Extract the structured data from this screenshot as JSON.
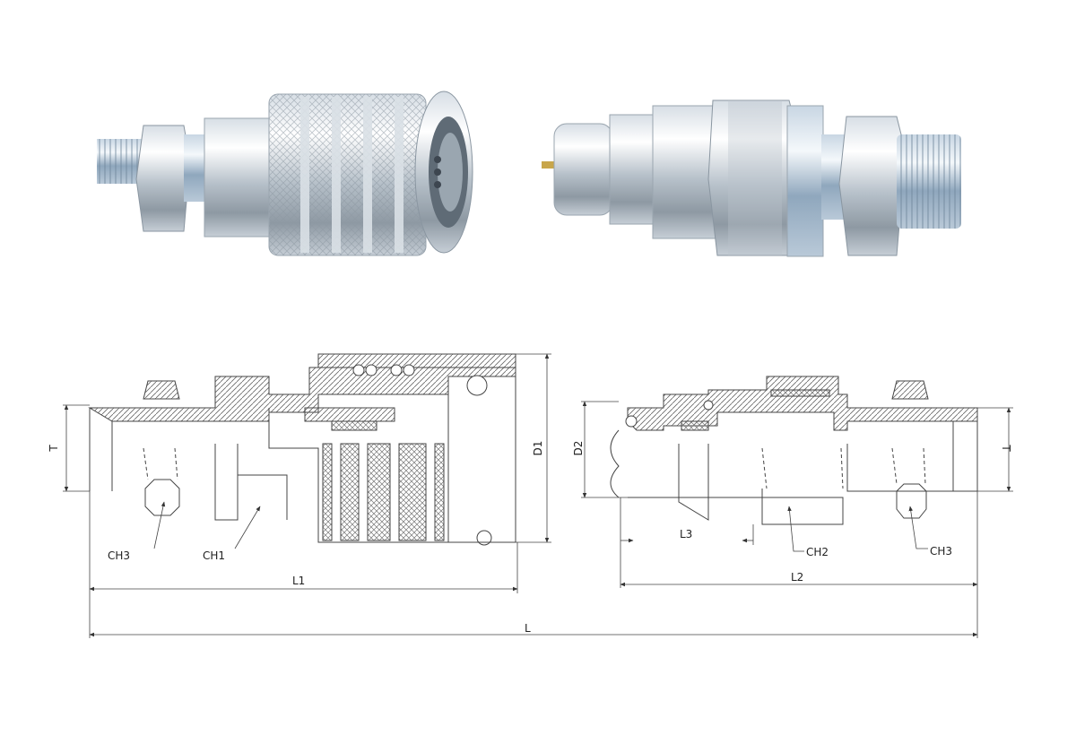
{
  "labels": {
    "T_left": "T",
    "T_right": "T",
    "D1": "D1",
    "D2": "D2",
    "CH1": "CH1",
    "CH2": "CH2",
    "CH3_left": "CH3",
    "CH3_right": "CH3",
    "L1": "L1",
    "L2": "L2",
    "L3": "L3",
    "L": "L"
  },
  "colors": {
    "metal_light": "#e8edf2",
    "metal_mid": "#b9c3cc",
    "metal_dark": "#7f8b96",
    "thread_blue": "#9fb6cc",
    "line": "#555555"
  }
}
